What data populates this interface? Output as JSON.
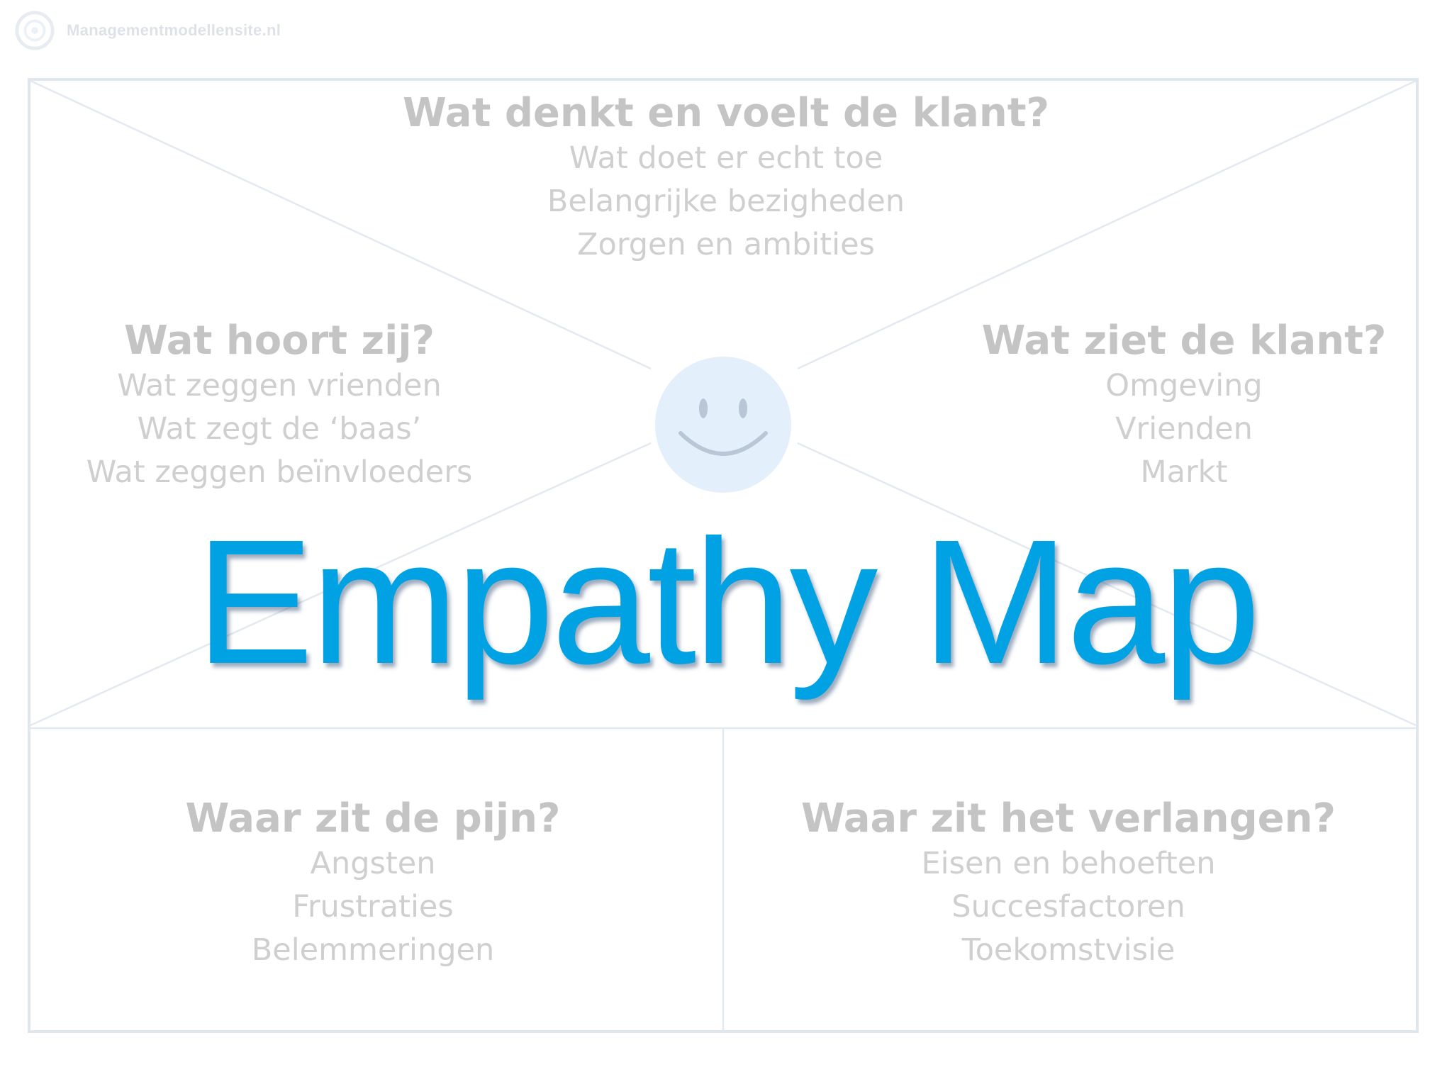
{
  "logo": {
    "text": "Managementmodellensite.nl"
  },
  "top": {
    "heading": "Wat denkt en voelt de klant?",
    "items": [
      "Wat doet er echt toe",
      "Belangrijke bezigheden",
      "Zorgen en ambities"
    ]
  },
  "left": {
    "heading": "Wat hoort zij?",
    "items": [
      "Wat zeggen vrienden",
      "Wat zegt de ‘baas’",
      "Wat zeggen beïnvloeders"
    ]
  },
  "right": {
    "heading": "Wat ziet de klant?",
    "items": [
      "Omgeving",
      "Vrienden",
      "Markt"
    ]
  },
  "bottom_left": {
    "heading": "Waar zit de pijn?",
    "items": [
      "Angsten",
      "Frustraties",
      "Belemmeringen"
    ]
  },
  "bottom_right": {
    "heading": "Waar zit het verlangen?",
    "items": [
      "Eisen en behoeften",
      "Succesfactoren",
      "Toekomstvisie"
    ]
  },
  "center": {
    "icon": "smiley-face-icon"
  },
  "title": "Empathy Map",
  "colors": {
    "title": "#00a2e3",
    "lines": "#dfe6ee",
    "text": "#c9c9c9",
    "smiley_fill": "#e3f0fb"
  }
}
